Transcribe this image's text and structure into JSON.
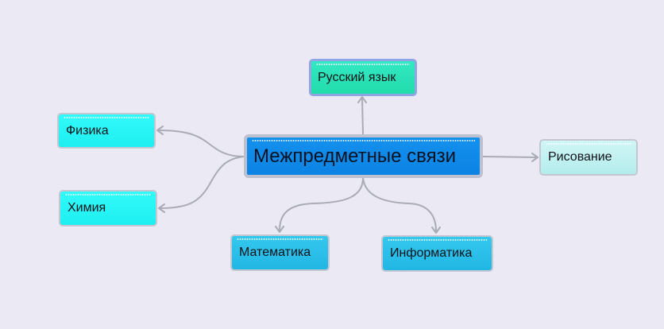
{
  "canvas": {
    "background": "#ebe9f4",
    "connector_color": "#a9abb6"
  },
  "central": {
    "label": "Межпредметные связи",
    "color": "#0c86e6"
  },
  "branches": [
    {
      "id": "russian",
      "label": "Русский язык",
      "color": "#2ae0b6"
    },
    {
      "id": "drawing",
      "label": "Рисование",
      "color": "#c6f1f1"
    },
    {
      "id": "physics",
      "label": "Физика",
      "color": "#28f4f4"
    },
    {
      "id": "chemistry",
      "label": "Химия",
      "color": "#28f4f4"
    },
    {
      "id": "math",
      "label": "Математика",
      "color": "#2bbee9"
    },
    {
      "id": "informatics",
      "label": "Информатика",
      "color": "#2bbee9"
    }
  ]
}
